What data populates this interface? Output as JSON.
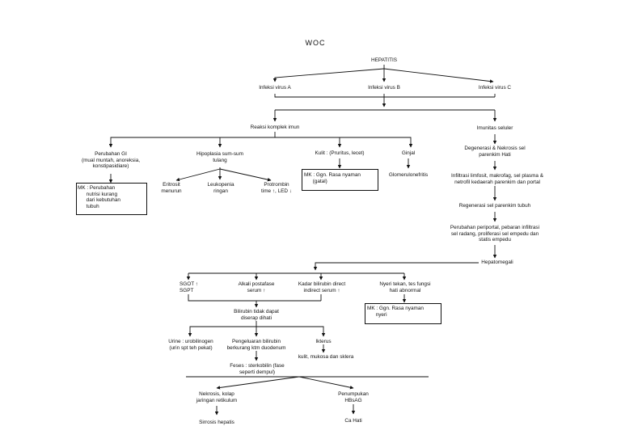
{
  "diagram": {
    "title": "WOC",
    "nodes": {
      "hepatitis": "HEPATITIS",
      "virus_a": "Infeksi virus A",
      "virus_b": "Infeksi virus B",
      "virus_c": "Infeksi virus C",
      "reaksi": "Reaksi komplek imun",
      "imunitas": "Imunitas seluler",
      "perubahan_gi": "Perubahan GI\n(mual muntah, anoreksia,\nkonstipasidiare)",
      "hipoplasia": "Hipoplasia sum-sum\ntulang",
      "kulit": "Kulit : (Pruritus, lecet)",
      "ginjal": "Ginjal",
      "degenerasi": "Degenerasi & Nekrosis sel\nparenkim Hati",
      "mk_nutrisi": "MK : Perubahan\n      nutrisi kurang\n      dari kebutuhan\n      tubuh",
      "eritrosit": "Eritrosit\nmenurun",
      "leukopenia": "Leukopenia\nringan",
      "protrombin": "Protrombin\ntime ↑, LED ↓",
      "mk_gangguan1": "MK : Ggn. Rasa nyaman\n      (gatal)",
      "glomerulo": "Glomerulonefritis",
      "infiltrasi": "Infiltrasi limfosit, makrofag, sel plasma &\nnetrofil kedaerah parenkim dan portal",
      "regenerasi": "Regenerasi sel parenkim tubuh",
      "perubahan_periportal": "Perubahan periportal, pebaran infiltrasi\nsel radang, proliferasi sel empedu dan\nstatis empedu",
      "hepatomegali": "Hepatomegali",
      "sgot": "SGOT ↑\nSGPT",
      "alkali": "Alkali postafase\nserum ↑",
      "kadar_bilirubin": "Kadar bilirubin direct\nindirect serum ↑",
      "nyeri_tekan": "Nyeri tekan, tes fungsi\nhati abnormal",
      "bilirubin_tidak": "Bilirubin tidak dapat\ndiserap dihati",
      "mk_nyeri": "MK : Ggn. Rasa nyaman\n      nyeri",
      "urine": "Urine : urobilinogen\n(urin spt teh pekat)",
      "pengeluaran": "Pengeluaran bilirubin\nberkurang ktm duodenum",
      "ikterus": "Ikterus",
      "kulit_mukosa": "kulit, mukosa dan sklera",
      "feses": "Feses : sterkobilin (fase\nseperti dempul)",
      "nekrosis": "Nekrosis, kolap\njaringan retikulum",
      "penumpukan": "Penumpukan\nHBsAG",
      "sirosis": "Sirrosis hepatis",
      "ca_hati": "Ca Hati"
    }
  }
}
